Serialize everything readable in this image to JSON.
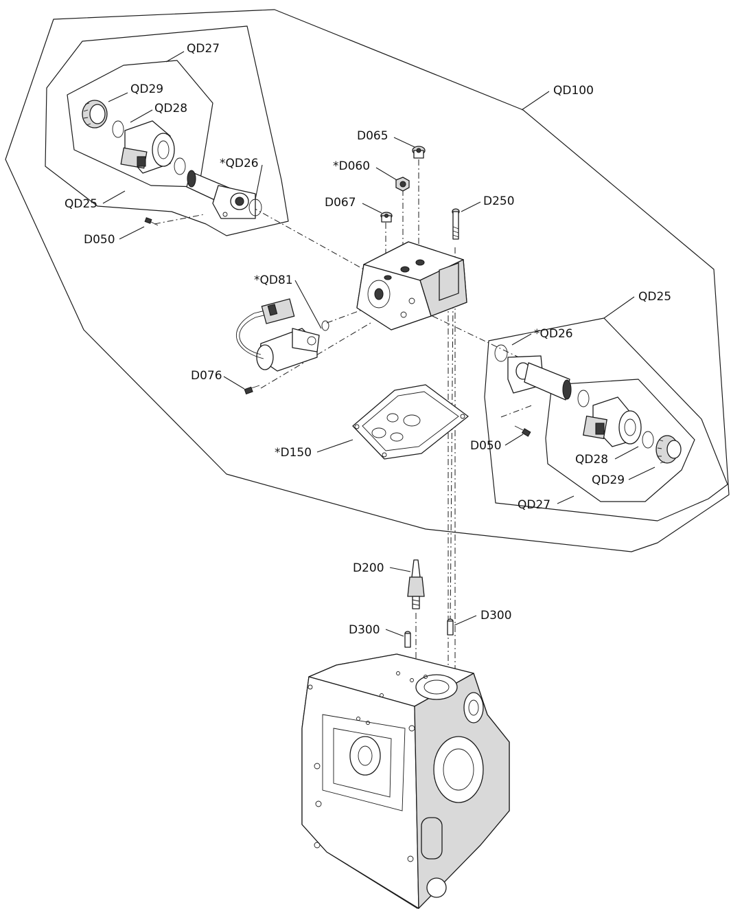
{
  "callouts": [
    {
      "id": "qd27_top",
      "text": "QD27"
    },
    {
      "id": "qd29_top",
      "text": "QD29"
    },
    {
      "id": "qd28_top",
      "text": "QD28"
    },
    {
      "id": "qd100",
      "text": "QD100"
    },
    {
      "id": "d065",
      "text": "D065"
    },
    {
      "id": "d060",
      "text": "*D060"
    },
    {
      "id": "qd26_left",
      "text": "*QD26"
    },
    {
      "id": "d067",
      "text": "D067"
    },
    {
      "id": "d250",
      "text": "D250"
    },
    {
      "id": "qd25_left",
      "text": "QD25"
    },
    {
      "id": "d050_left",
      "text": "D050"
    },
    {
      "id": "qd81",
      "text": "*QD81"
    },
    {
      "id": "qd25_right",
      "text": "QD25"
    },
    {
      "id": "qd26_right",
      "text": "*QD26"
    },
    {
      "id": "d076",
      "text": "D076"
    },
    {
      "id": "d050_right",
      "text": "D050"
    },
    {
      "id": "d150",
      "text": "*D150"
    },
    {
      "id": "qd28_bottom",
      "text": "QD28"
    },
    {
      "id": "qd29_bottom",
      "text": "QD29"
    },
    {
      "id": "qd27_bottom",
      "text": "QD27"
    },
    {
      "id": "d200",
      "text": "D200"
    },
    {
      "id": "d300_right",
      "text": "D300"
    },
    {
      "id": "d300_left",
      "text": "D300"
    }
  ]
}
